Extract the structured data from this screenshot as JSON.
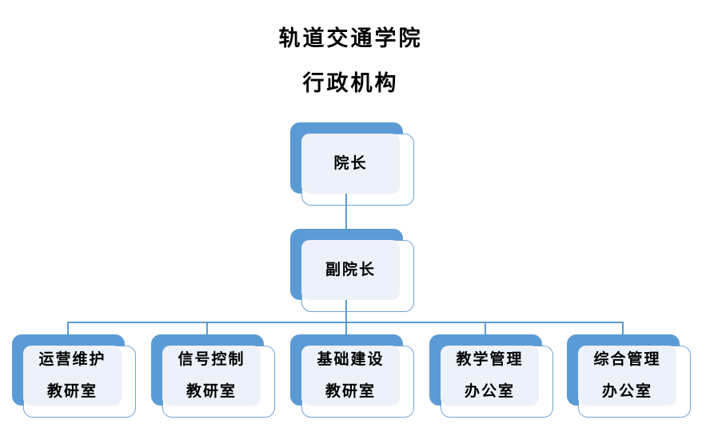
{
  "title": {
    "line1": "轨道交通学院",
    "line2": "行政机构"
  },
  "colors": {
    "accent_blue": "#5b9bd5",
    "card_border": "#74a5d8",
    "panel_fill": "#edf1f9",
    "text": "#000000",
    "background": "#ffffff"
  },
  "org": {
    "root": {
      "label": "院长"
    },
    "level2": {
      "label": "副院长"
    },
    "departments": [
      {
        "line1": "运营维护",
        "line2": "教研室"
      },
      {
        "line1": "信号控制",
        "line2": "教研室"
      },
      {
        "line1": "基础建设",
        "line2": "教研室"
      },
      {
        "line1": "教学管理",
        "line2": "办公室"
      },
      {
        "line1": "综合管理",
        "line2": "办公室"
      }
    ]
  }
}
